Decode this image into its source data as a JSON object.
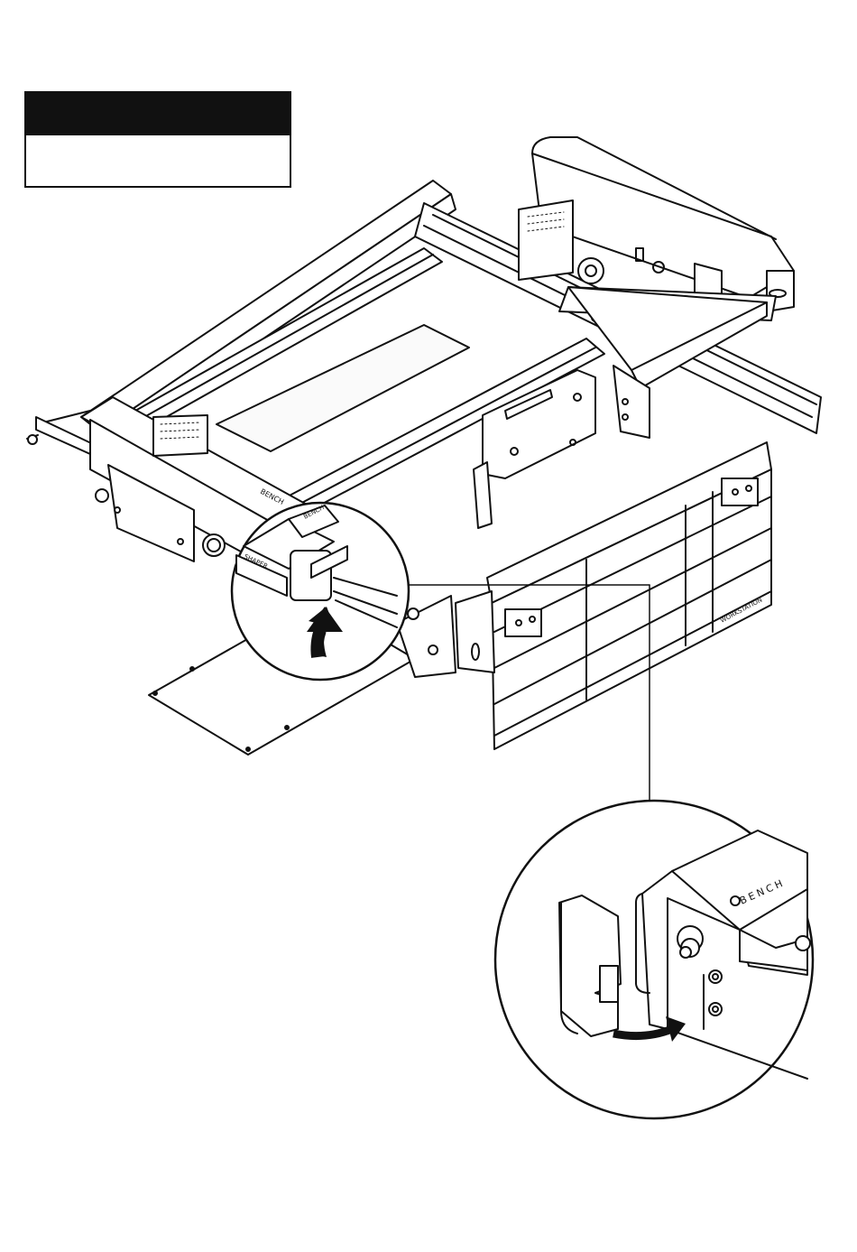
{
  "header": {
    "title": "",
    "subtitle": ""
  },
  "labels": {
    "bench_rail": "BENCH",
    "bench_rail_mirrored": "BENCH",
    "shaper_label": "SHAPER",
    "workstation_label": "WORKSTATION",
    "detail_bench_label": "BENCH"
  },
  "colors": {
    "line": "#111111",
    "fill_light": "#f4f4f4",
    "background": "#ffffff"
  },
  "icons": {
    "rotate_arrow": "curved-arrow-up-icon",
    "slide_arrow": "curved-arrow-right-icon"
  }
}
